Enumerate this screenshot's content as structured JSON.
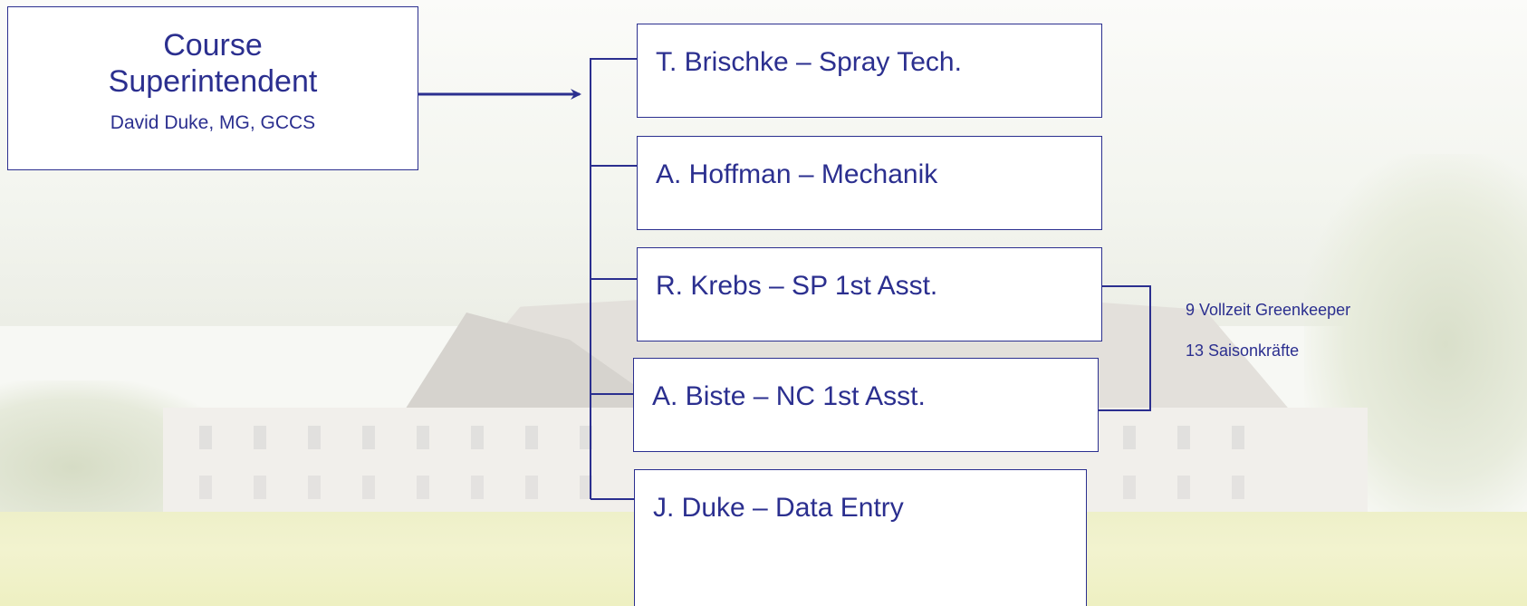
{
  "root": {
    "title_line1": "Course",
    "title_line2": "Superintendent",
    "subtitle": "David Duke, MG, GCCS"
  },
  "children": [
    {
      "label": "T. Brischke – Spray Tech."
    },
    {
      "label": "A. Hoffman – Mechanik"
    },
    {
      "label": "R. Krebs – SP 1st Asst."
    },
    {
      "label": "A. Biste – NC 1st Asst."
    },
    {
      "label": "J. Duke – Data Entry"
    }
  ],
  "staff_notes": [
    "9 Vollzeit Greenkeeper",
    "13 Saisonkräfte"
  ],
  "colors": {
    "accent": "#2b2f8f",
    "box_fill": "#ffffff"
  }
}
